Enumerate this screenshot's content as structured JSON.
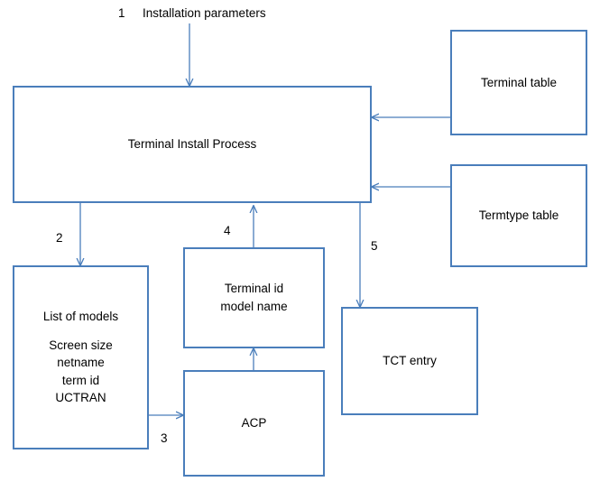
{
  "diagram": {
    "title_label": "Installation parameters",
    "boxes": [
      {
        "id": "terminal-install-process",
        "lines": [
          "Terminal Install Process"
        ]
      },
      {
        "id": "terminal-table",
        "lines": [
          "Terminal table"
        ]
      },
      {
        "id": "termtype-table",
        "lines": [
          "Termtype table"
        ]
      },
      {
        "id": "list-of-models",
        "lines": [
          "List of models",
          "",
          "Screen size",
          "netname",
          "term id",
          "UCTRAN"
        ]
      },
      {
        "id": "terminal-id-model-name",
        "lines": [
          "Terminal id",
          "model name"
        ]
      },
      {
        "id": "acp",
        "lines": [
          "ACP"
        ]
      },
      {
        "id": "tct-entry",
        "lines": [
          "TCT entry"
        ]
      }
    ],
    "step_numbers": [
      {
        "id": "step-1",
        "text": "1"
      },
      {
        "id": "step-2",
        "text": "2"
      },
      {
        "id": "step-3",
        "text": "3"
      },
      {
        "id": "step-4",
        "text": "4"
      },
      {
        "id": "step-5",
        "text": "5"
      }
    ],
    "colors": {
      "box_border": "#4a7ebb",
      "arrow": "#4a7ebb",
      "background": "#ffffff",
      "text": "#000000"
    }
  }
}
